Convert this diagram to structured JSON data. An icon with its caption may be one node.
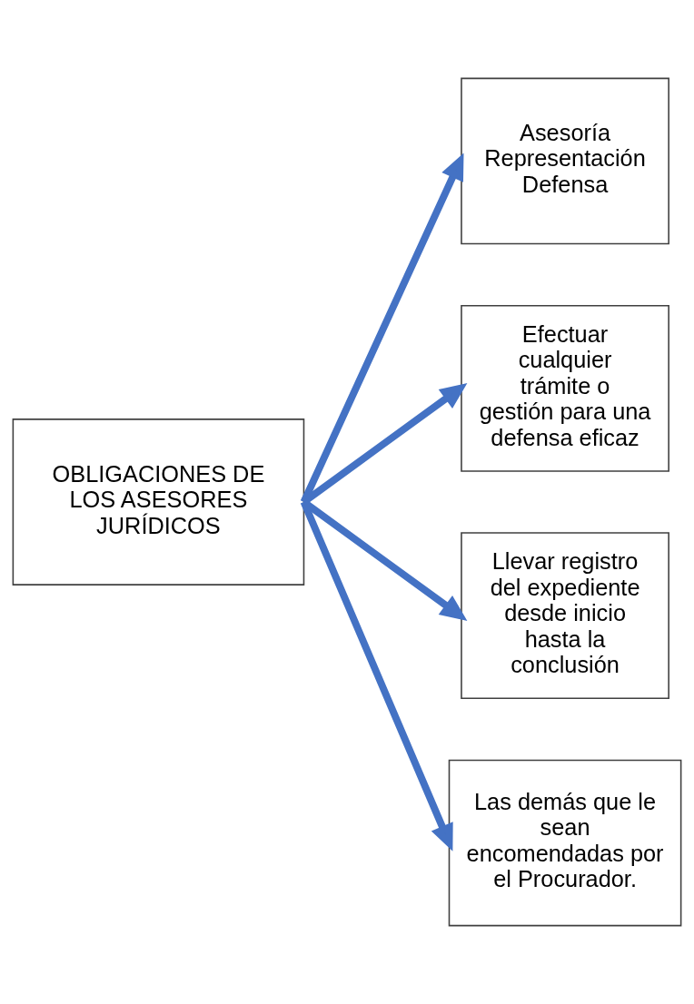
{
  "diagram": {
    "nodes": [
      {
        "text": [
          "OBLIGACIONES DE LOS ASESORES JURÍDICOS"
        ]
      },
      {
        "text": [
          "Asesoría",
          "Representación",
          "Defensa"
        ]
      },
      {
        "text": [
          "Efectuar cualquier trámite o gestión para una defensa eficaz"
        ]
      },
      {
        "text": [
          "Llevar registro del expediente desde inicio hasta la conclusión"
        ]
      },
      {
        "text": [
          "Las demás que le sean encomendadas por el Procurador."
        ]
      }
    ],
    "edges": [
      {
        "from": 0,
        "to": 1,
        "arrow": "to"
      },
      {
        "from": 0,
        "to": 2,
        "arrow": "to"
      },
      {
        "from": 0,
        "to": 3,
        "arrow": "to"
      },
      {
        "from": 0,
        "to": 4,
        "arrow": "to"
      }
    ]
  }
}
